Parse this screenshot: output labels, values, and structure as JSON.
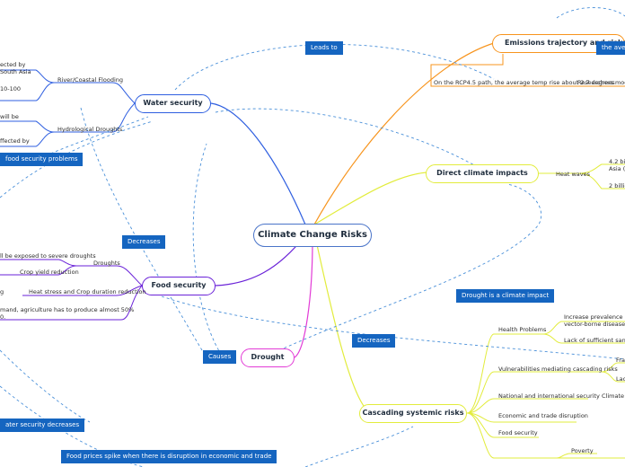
{
  "central": "Climate Change Risks",
  "branches": {
    "emissions": "Emissions trajectory and risks",
    "direct": "Direct climate impacts",
    "water": "Water security",
    "food": "Food security",
    "drought": "Drought",
    "cascading": "Cascading systemic risks"
  },
  "connectors": {
    "leads_to": "Leads to",
    "decreases_1": "Decreases",
    "decreases_2": "Decreases",
    "causes": "Causes",
    "drought_impact": "Drought is a climate impact",
    "food_problems": "food security problems",
    "water_decreases": "ater security decreases",
    "food_prices": "Food prices spike when there is disruption in economic and trade",
    "average_tag": "the ave"
  },
  "emissions_items": {
    "rcp": "On the RCP4.5 path, the average temp rise about 2.7 degrees",
    "researchers": "Researchers model"
  },
  "direct_items": {
    "heat_waves": "Heat waves",
    "heat_a": "4.2 bil",
    "heat_b": "Asia (",
    "heat_c": "2 billio"
  },
  "water_items": {
    "river": "River/Coastal Flooding",
    "river_a": "ected by",
    "river_b": "South Asia",
    "river_c": "10-100",
    "hydro": "Hydrological Droughts",
    "hydro_a": "will be",
    "hydro_b": "ffected by"
  },
  "food_items": {
    "droughts": "Droughts",
    "severe": "ll be exposed to severe droughts",
    "crop": "Crop yield reduction",
    "heat_stress": "Heat stress and Crop duration reduction",
    "g": "g",
    "demand": "mand, agriculture has to produce almost 50%",
    "zero": "0."
  },
  "cascading_items": {
    "health": "Health Problems",
    "health_a": "Increase prevalence of c",
    "health_b": "vector-borne diseases",
    "health_c": "Lack of sufficient sanita",
    "vuln": "Vulnerabilities mediating cascading risks",
    "vuln_a": "Fra",
    "vuln_b": "Lac",
    "national": "National and international security",
    "national_a": "Climate",
    "economic": "Economic and trade disruption",
    "food": "Food security",
    "poverty": "Poverty"
  },
  "colors": {
    "emissions": "#f7941d",
    "direct": "#e2ec3c",
    "water": "#2f5fe0",
    "food": "#6a22d8",
    "drought": "#e23bd6",
    "cascading": "#e2ec3c",
    "dashed": "#4a90d9",
    "tag": "#1565c0"
  }
}
